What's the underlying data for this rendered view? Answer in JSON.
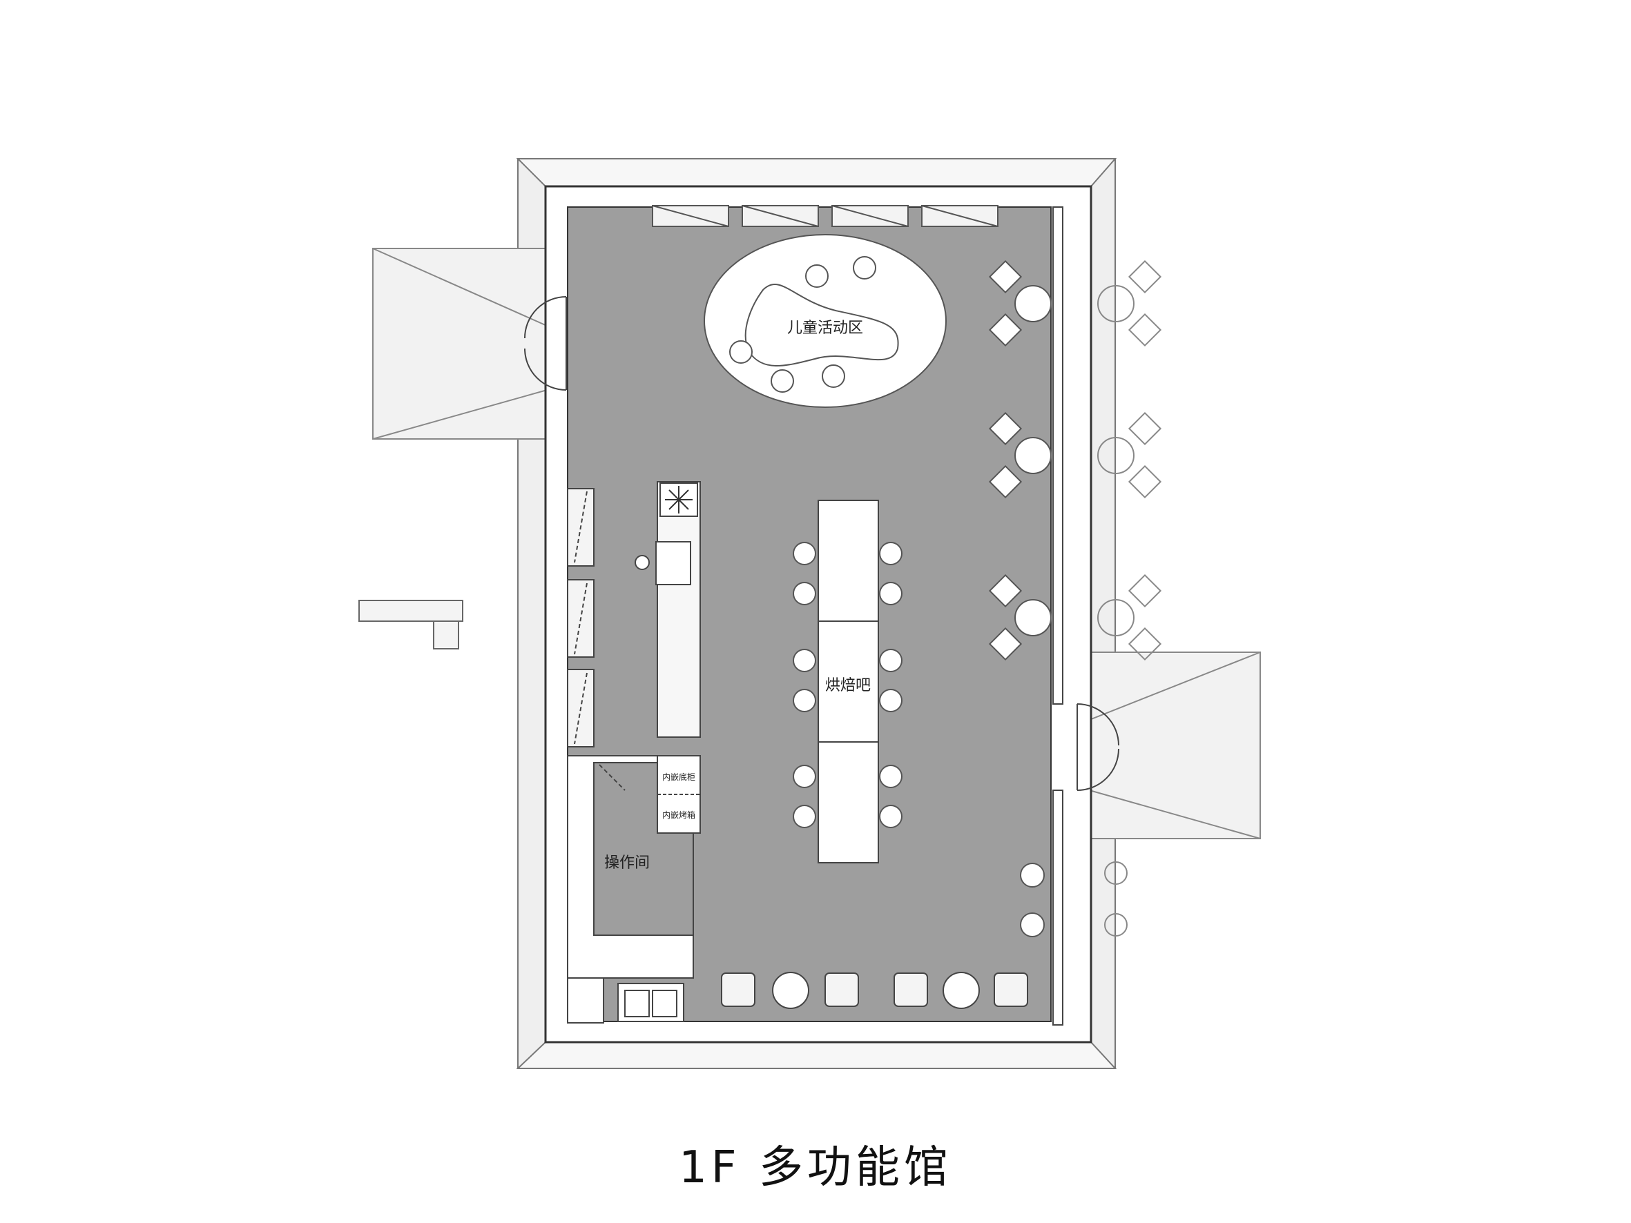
{
  "title": "1F 多功能馆",
  "labels": {
    "kids_area": "儿童活动区",
    "baking_bar": "烘焙吧",
    "operation_room": "操作间",
    "built_in_fridge": "内嵌底柜",
    "built_in_oven": "内嵌烤箱"
  },
  "colors": {
    "floor": "#9e9e9e",
    "wall": "#ffffff",
    "line": "#444444",
    "exterior": "#e6e6e6"
  }
}
